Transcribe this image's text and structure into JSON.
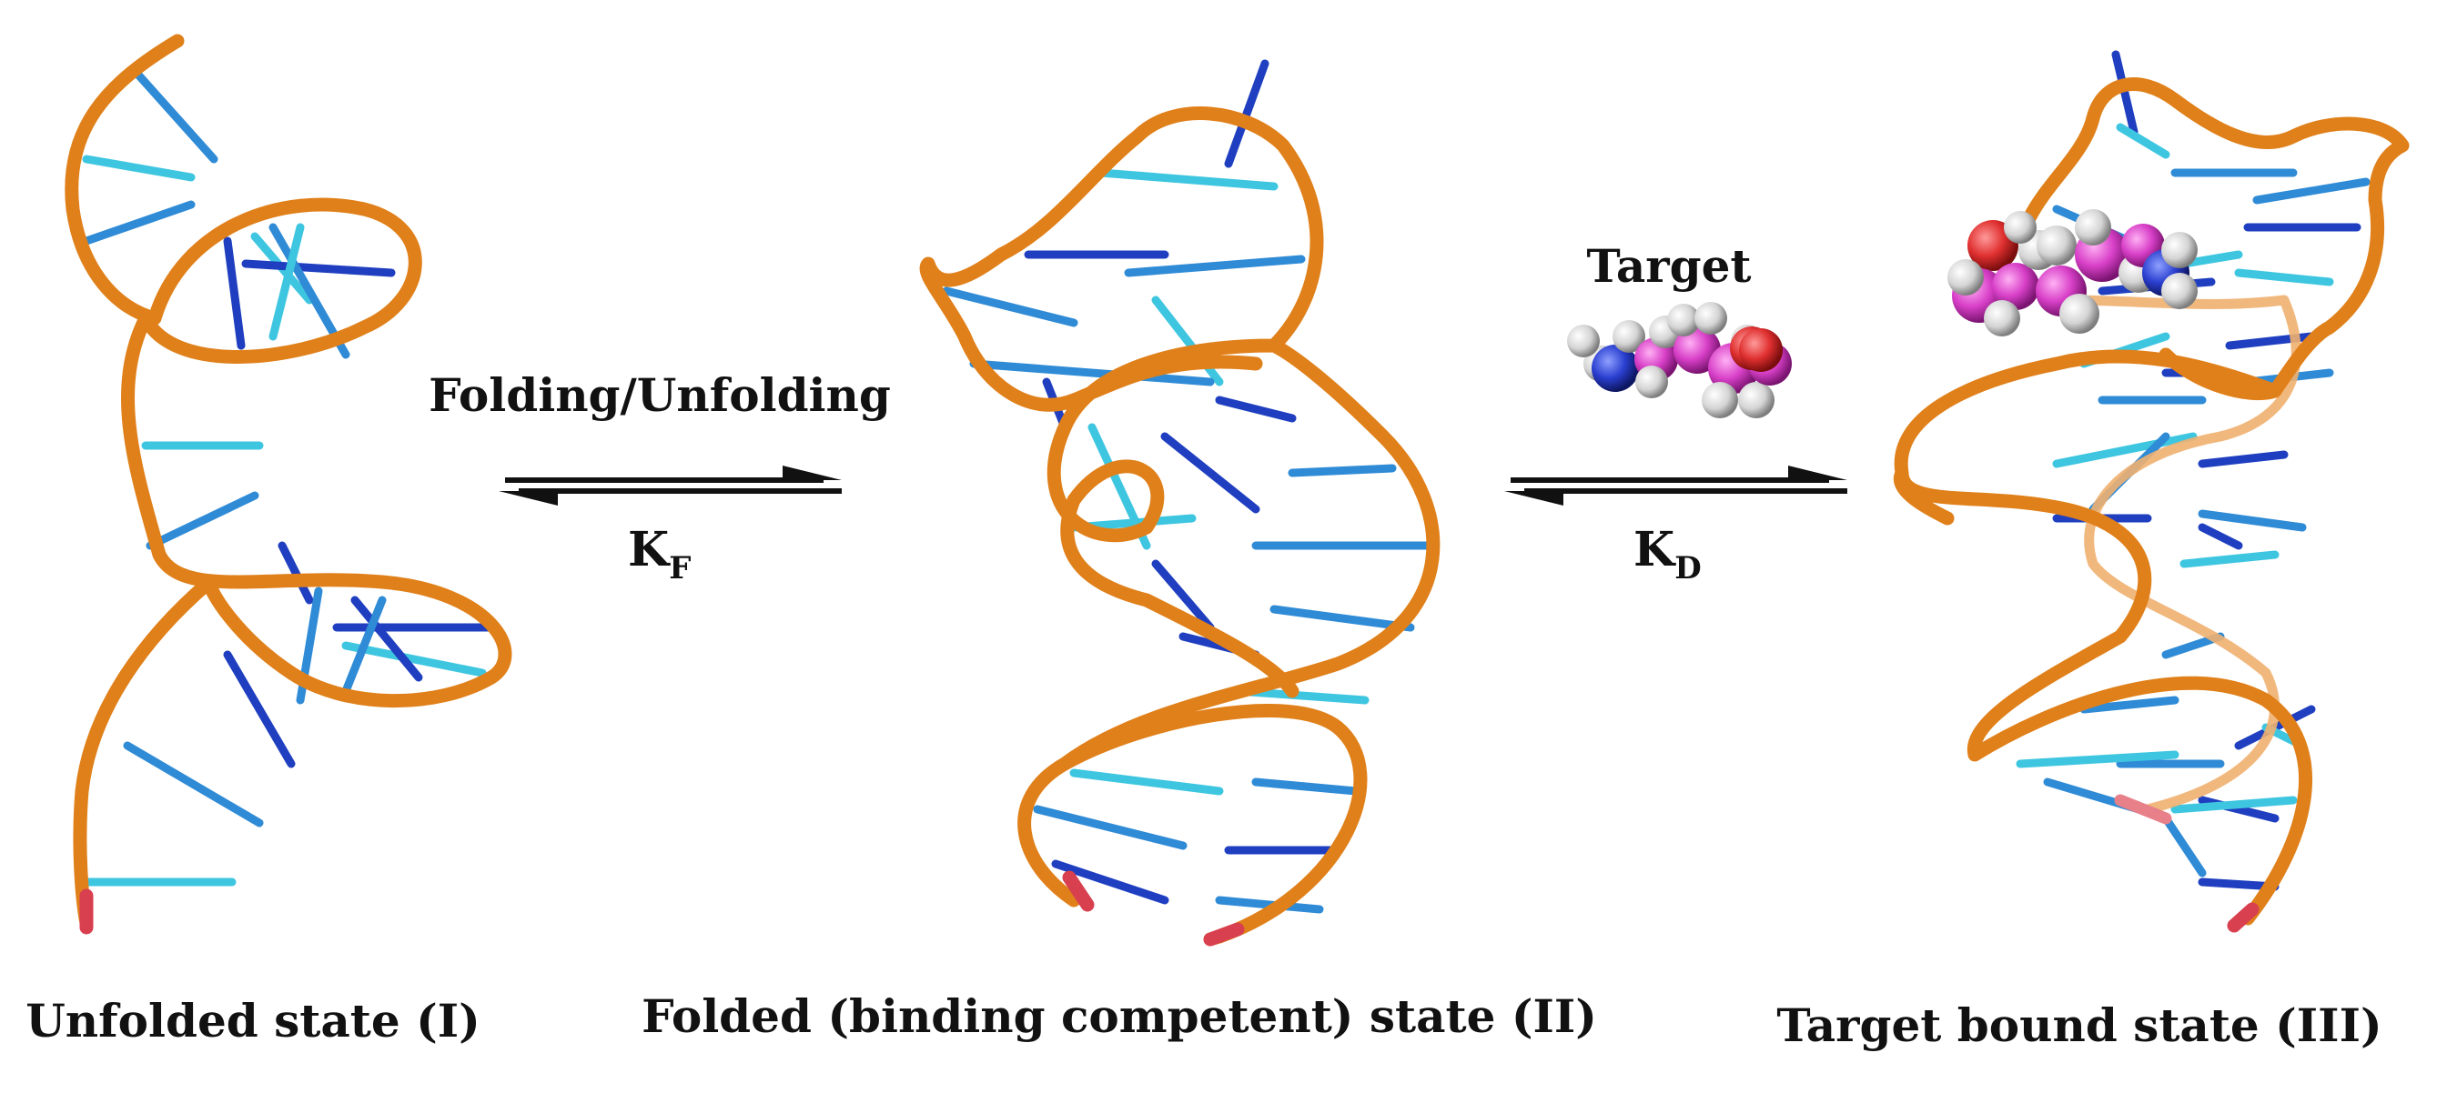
{
  "labels": {
    "folding": "Folding/Unfolding",
    "kf_main": "K",
    "kf_sub": "F",
    "target": "Target",
    "kd_main": "K",
    "kd_sub": "D",
    "state1": "Unfolded state (I)",
    "state2": "Folded (binding competent) state (II)",
    "state3": "Target bound state (III)"
  },
  "colors": {
    "backbone": "#e0801a",
    "backbone_dark": "#b85f0c",
    "terminus": "#d8404f",
    "base_light": "#3ec6e0",
    "base_mid": "#2f8bd6",
    "base_dark": "#1f3fc0",
    "atom_carbon": "#d840c8",
    "atom_hydrogen": "#d8d8d8",
    "atom_nitrogen": "#2a3fd0",
    "atom_oxygen": "#e03030",
    "arrow": "#111111"
  }
}
